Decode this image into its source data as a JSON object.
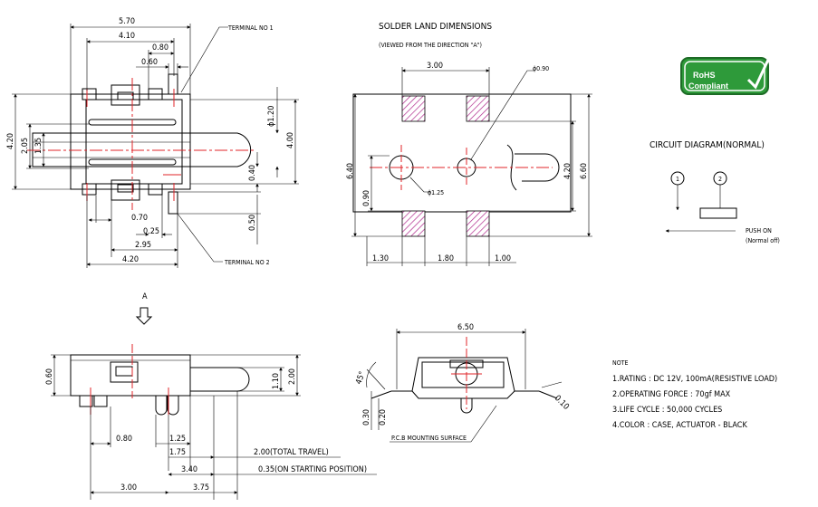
{
  "top_view": {
    "dim_overall_width": "5.70",
    "dim_4_10": "4.10",
    "dim_0_80": "0.80",
    "dim_0_60": "0.60",
    "terminal_no1": "TERMINAL NO 1",
    "terminal_no2": "TERMINAL NO 2",
    "dim_4_20_left": "4.20",
    "dim_2_05": "2.05",
    "dim_1_35": "1.35",
    "dim_phi_1_20": "ϕ1.20",
    "dim_4_00": "4.00",
    "dim_0_40": "0.40",
    "dim_0_50": "0.50",
    "dim_0_70": "0.70",
    "dim_0_25": "0.25",
    "dim_2_95": "2.95",
    "dim_4_20_bottom": "4.20"
  },
  "solder_land": {
    "title": "SOLDER LAND DIMENSIONS",
    "subtitle": "(VIEWED FROM THE DIRECTION \"A\")",
    "dim_3_00": "3.00",
    "dim_phi_0_90": "ϕ0.90",
    "dim_6_40": "6.40",
    "dim_0_90": "0.90",
    "dim_phi_1_25": "ϕ1.25",
    "dim_4_20": "4.20",
    "dim_6_60": "6.60",
    "dim_1_30": "1.30",
    "dim_1_80": "1.80",
    "dim_1_00": "1.00"
  },
  "rohs": {
    "line1": "RoHS",
    "line2": "Compliant",
    "color": "#2e9a3a"
  },
  "circuit": {
    "title": "CIRCUIT DIAGRAM(NORMAL)",
    "terminal1": "1",
    "terminal2": "2",
    "push_on": "PUSH ON",
    "normal_off": "(Normal off)"
  },
  "side_view": {
    "direction_label": "A",
    "dim_0_60": "0.60",
    "dim_1_10": "1.10",
    "dim_2_00": "2.00",
    "dim_0_80": "0.80",
    "dim_1_25": "1.25",
    "dim_1_75": "1.75",
    "travel": "2.00(TOTAL TRAVEL)",
    "dim_3_40": "3.40",
    "start_position": "0.35(ON STARTING POSITION)",
    "dim_3_00": "3.00",
    "dim_3_75": "3.75"
  },
  "end_view": {
    "dim_6_50": "6.50",
    "angle": "45°",
    "dim_0_10": "0.10",
    "dim_0_30": "0.30",
    "dim_0_20": "0.20",
    "pcb_surface": "P.C.B MOUNTING SURFACE"
  },
  "notes": {
    "title": "NOTE",
    "items": [
      "1.RATING : DC 12V, 100mA(RESISTIVE LOAD)",
      "2.OPERATING FORCE : 70gf MAX",
      "3.LIFE CYCLE : 50,000 CYCLES",
      "4.COLOR : CASE, ACTUATOR - BLACK"
    ]
  },
  "colors": {
    "centerline": "#e0242a",
    "land_hatch": "#b0288c",
    "logo_green": "#2e9a3a"
  }
}
